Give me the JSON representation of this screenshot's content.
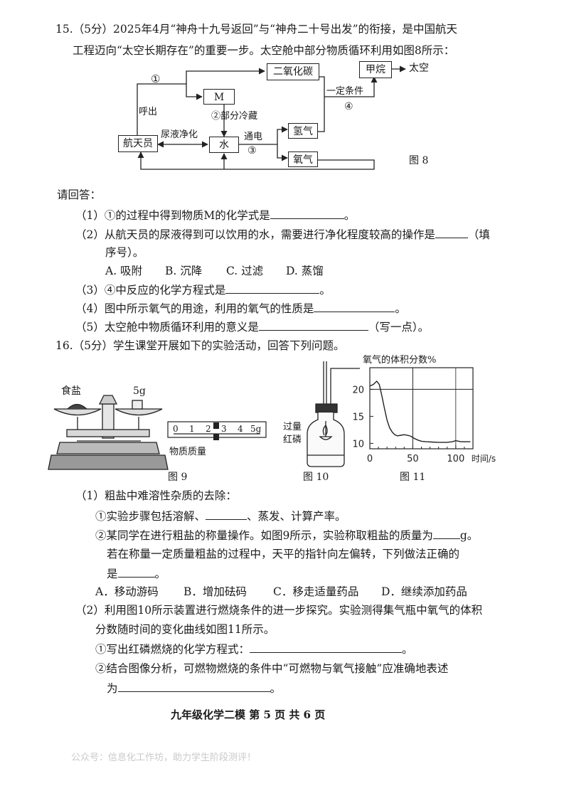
{
  "q15": {
    "intro_line1": "15.（5分）2025年4月“神舟十九号返回”与“神舟二十号出发”的衔接，是中国航天",
    "intro_line2": "工程迈向“太空长期存在”的重要一步。太空舱中部分物质循环利用如图8所示：",
    "diagram": {
      "co2": "二氧化碳",
      "methane": "甲烷",
      "to_space": "太空",
      "m": "M",
      "circle1": "①",
      "exhale": "呼出",
      "circle2_label": "②部分冷藏",
      "astronaut": "航天员",
      "urine": "尿液净化",
      "water": "水",
      "electrolysis": "通电",
      "circle3": "③",
      "hydrogen": "氢气",
      "oxygen": "氧气",
      "condition": "一定条件",
      "circle4": "④",
      "fig_label": "图 8"
    },
    "please_answer": "请回答：",
    "sub1": "（1）①的过程中得到物质M的化学式是",
    "sub1_end": "。",
    "sub2_line1": "（2）从航天员的尿液得到可以饮用的水，需要进行净化程度较高的操作是",
    "sub2_line1_end": "（填",
    "sub2_line2": "序号）。",
    "options2": [
      "A. 吸附",
      "B. 沉降",
      "C. 过滤",
      "D. 蒸馏"
    ],
    "sub3": "（3）④中反应的化学方程式是",
    "sub3_end": "。",
    "sub4": "（4）图中所示氧气的用途，利用的氧气的性质是",
    "sub4_end": "。",
    "sub5": "（5）太空舱中物质循环利用的意义是",
    "sub5_end": "（写一点）。"
  },
  "q16": {
    "intro": "16.（5分）学生课堂开展如下的实验活动，回答下列问题。",
    "fig9": {
      "salt": "食盐",
      "weight": "5g",
      "scale_ticks": [
        "0",
        "1",
        "2",
        "3",
        "4",
        "5g"
      ],
      "mass_label": "物质质量",
      "fig_label": "图 9"
    },
    "fig10": {
      "label_line1": "过量",
      "label_line2": "红磷",
      "fig_label": "图 10"
    },
    "fig11": {
      "fig_label": "图 11"
    },
    "sub1_title": "（1）粗盐中难溶性杂质的去除：",
    "sub1_a": "①实验步骤包括溶解、",
    "sub1_a_end": "、蒸发、计算产率。",
    "sub1_b_line1": "②某同学在进行粗盐的称量操作。如图9所示，实验称取粗盐的质量为",
    "sub1_b_line1_end": "g。",
    "sub1_b_line2": "若在称量一定质量粗盐的过程中，天平的指针向左偏转，下列做法正确的",
    "sub1_b_line3": "是",
    "sub1_b_line3_end": "。",
    "options1": [
      "A．移动游码",
      "B．增加砝码",
      "C．移走适量药品",
      "D．继续添加药品"
    ],
    "sub2_line1": "（2）利用图10所示装置进行燃烧条件的进一步探究。实验测得集气瓶中氧气的体积",
    "sub2_line2": "分数随时间的变化曲线如图11所示。",
    "sub2_a": "①写出红磷燃烧的化学方程式：",
    "sub2_a_end": "。",
    "sub2_b_line1": "②结合图像分析，可燃物燃烧的条件中“可燃物与氧气接触”应准确地表述",
    "sub2_b_line2": "为",
    "sub2_b_line2_end": "。"
  },
  "footer": "九年级化学二模  第 5 页  共 6 页",
  "watermark": "公众号：信息化工作坊，助力学生阶段测评！",
  "chart_data": {
    "type": "line",
    "title": "氧气的体积分数%",
    "xlabel": "时间/s",
    "ylabel": "氧气的体积分数%",
    "x_ticks": [
      0,
      50,
      100
    ],
    "y_ticks": [
      10,
      15,
      20
    ],
    "xlim": [
      0,
      120
    ],
    "ylim": [
      9,
      24
    ],
    "grid": false,
    "series": [
      {
        "x": [
          0,
          4,
          8,
          11,
          14,
          17,
          20,
          23,
          26,
          29,
          32,
          36,
          40,
          44,
          48,
          52,
          56,
          60,
          66,
          72,
          80,
          86,
          90,
          96,
          100,
          106,
          112,
          117
        ],
        "y": [
          20.6,
          20.9,
          21.5,
          20.9,
          18.8,
          16.5,
          14.3,
          12.9,
          12.1,
          11.6,
          11.4,
          11.5,
          11.6,
          11.5,
          11.3,
          10.9,
          10.6,
          10.4,
          10.3,
          10.25,
          10.2,
          10.2,
          10.2,
          10.3,
          10.5,
          10.3,
          10.3,
          10.3
        ]
      }
    ]
  }
}
